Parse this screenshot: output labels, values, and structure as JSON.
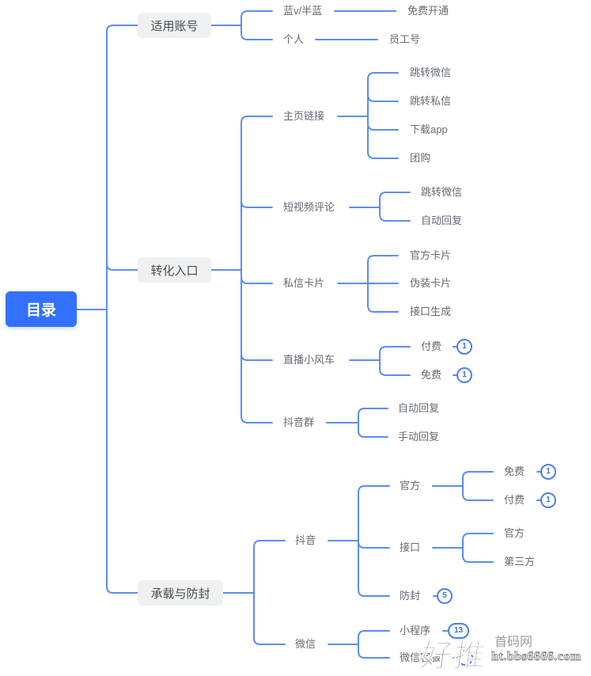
{
  "root": {
    "label": "目录"
  },
  "branches": [
    {
      "label": "适用账号",
      "children": [
        {
          "label": "蓝v/半蓝",
          "children": [
            {
              "label": "免费开通"
            }
          ]
        },
        {
          "label": "个人",
          "children": [
            {
              "label": "员工号"
            }
          ]
        }
      ]
    },
    {
      "label": "转化入口",
      "children": [
        {
          "label": "主页链接",
          "children": [
            {
              "label": "跳转微信"
            },
            {
              "label": "跳转私信"
            },
            {
              "label": "下载app"
            },
            {
              "label": "团购"
            }
          ]
        },
        {
          "label": "短视频评论",
          "children": [
            {
              "label": "跳转微信"
            },
            {
              "label": "自动回复"
            }
          ]
        },
        {
          "label": "私信卡片",
          "children": [
            {
              "label": "官方卡片"
            },
            {
              "label": "伪装卡片"
            },
            {
              "label": "接口生成"
            }
          ]
        },
        {
          "label": "直播小风车",
          "children": [
            {
              "label": "付费",
              "badge": "1"
            },
            {
              "label": "免费",
              "badge": "1"
            }
          ]
        },
        {
          "label": "抖音群",
          "children": [
            {
              "label": "自动回复"
            },
            {
              "label": "手动回复"
            }
          ]
        }
      ]
    },
    {
      "label": "承载与防封",
      "children": [
        {
          "label": "抖音",
          "children": [
            {
              "label": "官方",
              "children": [
                {
                  "label": "免费",
                  "badge": "1"
                },
                {
                  "label": "付费",
                  "badge": "1"
                }
              ]
            },
            {
              "label": "接口",
              "children": [
                {
                  "label": "官方"
                },
                {
                  "label": "第三方"
                }
              ]
            },
            {
              "label": "防封",
              "badge": "5"
            }
          ]
        },
        {
          "label": "微信",
          "children": [
            {
              "label": "小程序",
              "badge": "13"
            },
            {
              "label": "微信客服",
              "badge": ""
            }
          ]
        }
      ]
    }
  ],
  "watermark": {
    "logo": "好推",
    "site_name": "首码网",
    "url": "ht.bbs6666.com"
  },
  "colors": {
    "root": "#3370ff",
    "connector": "#5b8cf5",
    "branch_bg": "#eff0f1",
    "badge": "#4c7ff6"
  }
}
